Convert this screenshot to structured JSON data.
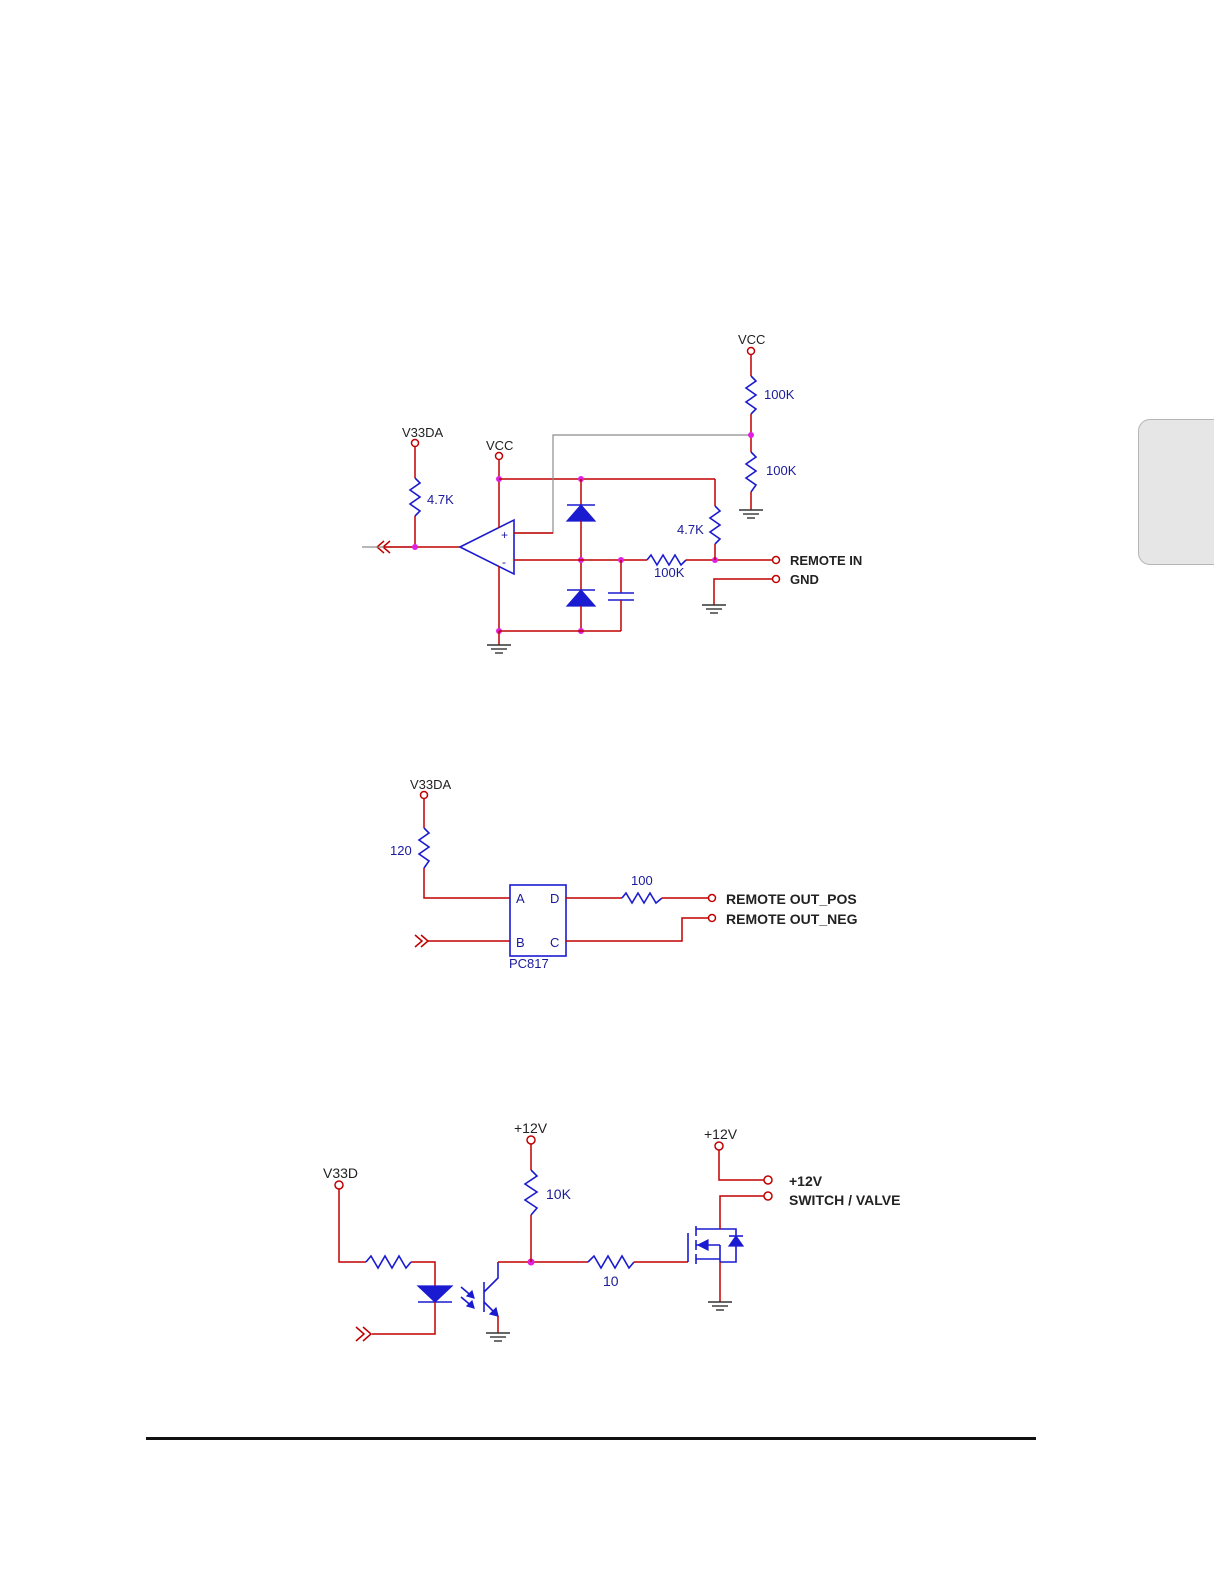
{
  "circuit_remote_in": {
    "v33da": "V33DA",
    "vcc_opamp": "VCC",
    "vcc_top": "VCC",
    "r_pullup": "4.7K",
    "r_top": "100K",
    "r_bottom": "100K",
    "r_input_pullup": "4.7K",
    "r_series": "100K",
    "remote_in": "REMOTE IN",
    "gnd": "GND",
    "opamp_plus": "+",
    "opamp_minus": "-"
  },
  "circuit_remote_out": {
    "v33da": "V33DA",
    "r_led": "120",
    "r_out": "100",
    "pin_a": "A",
    "pin_b": "B",
    "pin_c": "C",
    "pin_d": "D",
    "part": "PC817",
    "out_pos": "REMOTE OUT_POS",
    "out_neg": "REMOTE OUT_NEG"
  },
  "circuit_switch_valve": {
    "v33d": "V33D",
    "v12_left": "+12V",
    "v12_right": "+12V",
    "r_pullup": "10K",
    "r_gate": "10",
    "out_12v": "+12V",
    "out_switch": "SWITCH / VALVE"
  },
  "colors": {
    "wire": "#c00000",
    "component": "#1a1ad0",
    "junction": "#e020e0",
    "tab": "#e6e6e6"
  }
}
